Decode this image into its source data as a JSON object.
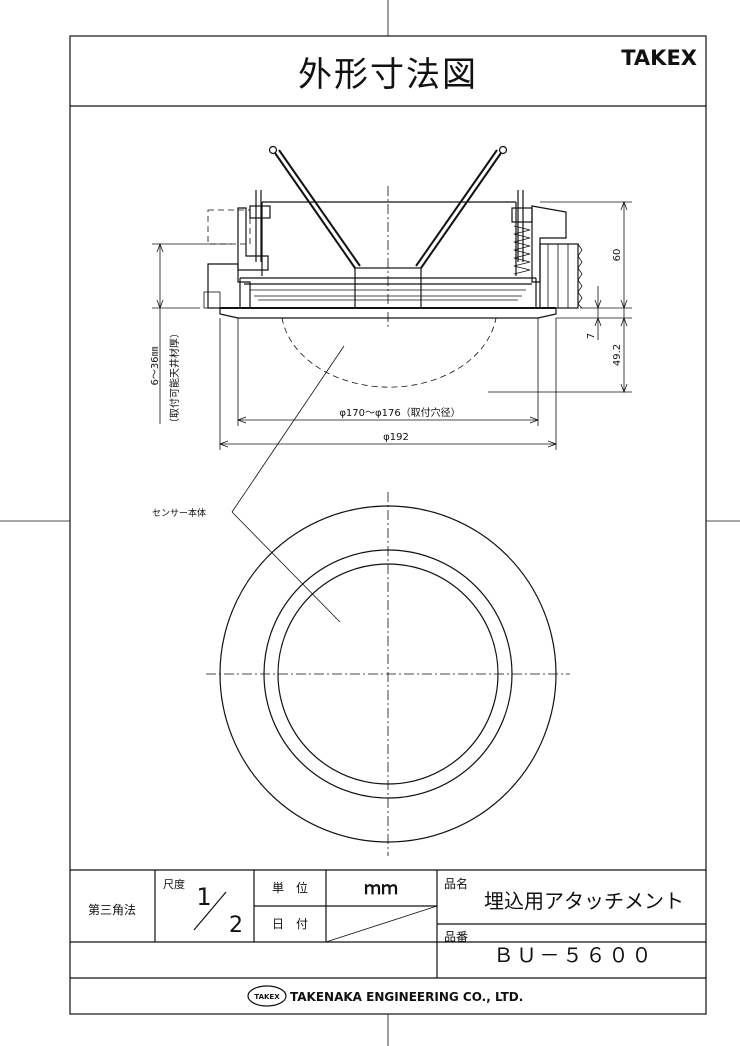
{
  "title": "外形寸法図",
  "brand": "TAKEX",
  "drawing": {
    "dim_height_total": "60",
    "dim_flange": "7",
    "dim_depth": "49.2",
    "dim_ceiling_range": "6～36㎜",
    "dim_ceiling_note": "（取付可能天井材厚）",
    "dim_hole": "φ170～φ176（取付穴径）",
    "dim_outer": "φ192",
    "sensor_label": "センサー本体"
  },
  "title_block": {
    "projection": "第三角法",
    "scale_label": "尺度",
    "scale_num": "1",
    "scale_den": "2",
    "unit_label": "単　位",
    "unit_value": "ｍｍ",
    "date_label": "日　付",
    "product_name_label": "品名",
    "product_name": "埋込用アタッチメント",
    "product_no_label": "品番",
    "product_no": "ＢＵ－５６００"
  },
  "footer": {
    "logo_text": "TAKEX",
    "company": "TAKENAKA ENGINEERING CO., LTD."
  }
}
